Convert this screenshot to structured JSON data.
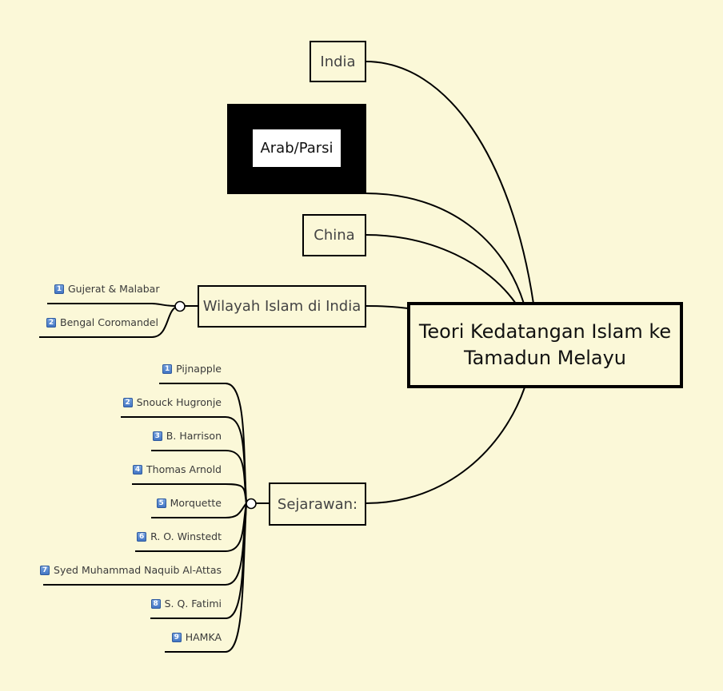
{
  "root": {
    "line1": "Teori Kedatangan Islam ke",
    "line2": "Tamadun Melayu"
  },
  "topics": {
    "india": "India",
    "arab": "Arab/Parsi",
    "china": "China",
    "wilayah": "Wilayah Islam di India",
    "sejarawan": "Sejarawan:"
  },
  "wilayah_items": [
    {
      "num": "1",
      "label": "Gujerat & Malabar"
    },
    {
      "num": "2",
      "label": "Bengal Coromandel"
    }
  ],
  "sejarawan_items": [
    {
      "num": "1",
      "label": "Pijnapple"
    },
    {
      "num": "2",
      "label": "Snouck Hugronje"
    },
    {
      "num": "3",
      "label": "B. Harrison"
    },
    {
      "num": "4",
      "label": "Thomas Arnold"
    },
    {
      "num": "5",
      "label": "Morquette"
    },
    {
      "num": "6",
      "label": "R. O. Winstedt"
    },
    {
      "num": "7",
      "label": "Syed Muhammad Naquib Al-Attas"
    },
    {
      "num": "8",
      "label": "S. Q. Fatimi"
    },
    {
      "num": "9",
      "label": "HAMKA"
    }
  ],
  "colors": {
    "background": "#fbf8d8",
    "line": "#000000",
    "badge": "#4a7ccc"
  }
}
